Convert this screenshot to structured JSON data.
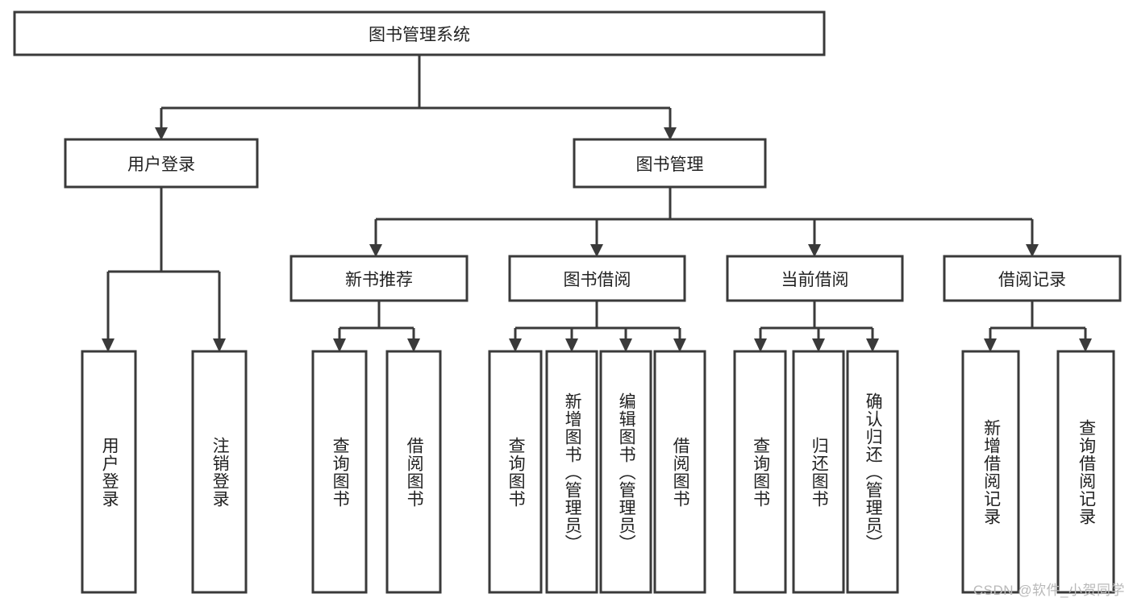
{
  "diagram": {
    "type": "tree",
    "title": "图书管理系统",
    "orientation": "top-down",
    "root": {
      "id": "root",
      "label": "图书管理系统",
      "text_direction": "horizontal"
    },
    "level2": [
      {
        "id": "user-login",
        "label": "用户登录",
        "text_direction": "horizontal"
      },
      {
        "id": "book-manage",
        "label": "图书管理",
        "text_direction": "horizontal"
      }
    ],
    "level3": [
      {
        "id": "new-book-recommend",
        "label": "新书推荐",
        "text_direction": "horizontal",
        "parent": "book-manage"
      },
      {
        "id": "book-borrow",
        "label": "图书借阅",
        "text_direction": "horizontal",
        "parent": "book-manage"
      },
      {
        "id": "current-borrow",
        "label": "当前借阅",
        "text_direction": "horizontal",
        "parent": "book-manage"
      },
      {
        "id": "borrow-record",
        "label": "借阅记录",
        "text_direction": "horizontal",
        "parent": "book-manage"
      }
    ],
    "leaves": [
      {
        "id": "leaf-user-login",
        "label": "用户登录",
        "text_direction": "vertical",
        "parent": "user-login"
      },
      {
        "id": "leaf-user-logout",
        "label": "注销登录",
        "text_direction": "vertical",
        "parent": "user-login"
      },
      {
        "id": "leaf-query-book-1",
        "label": "查询图书",
        "text_direction": "vertical",
        "parent": "new-book-recommend"
      },
      {
        "id": "leaf-borrow-book-1",
        "label": "借阅图书",
        "text_direction": "vertical",
        "parent": "new-book-recommend"
      },
      {
        "id": "leaf-query-book-2",
        "label": "查询图书",
        "text_direction": "vertical",
        "parent": "book-borrow"
      },
      {
        "id": "leaf-add-book-admin",
        "label": "新增图书（管理员）",
        "text_direction": "vertical",
        "parent": "book-borrow"
      },
      {
        "id": "leaf-edit-book-admin",
        "label": "编辑图书（管理员）",
        "text_direction": "vertical",
        "parent": "book-borrow"
      },
      {
        "id": "leaf-borrow-book-2",
        "label": "借阅图书",
        "text_direction": "vertical",
        "parent": "book-borrow"
      },
      {
        "id": "leaf-query-book-3",
        "label": "查询图书",
        "text_direction": "vertical",
        "parent": "current-borrow"
      },
      {
        "id": "leaf-return-book",
        "label": "归还图书",
        "text_direction": "vertical",
        "parent": "current-borrow"
      },
      {
        "id": "leaf-confirm-return-admin",
        "label": "确认归还（管理员）",
        "text_direction": "vertical",
        "parent": "current-borrow"
      },
      {
        "id": "leaf-add-borrow-record",
        "label": "新增借阅记录",
        "text_direction": "vertical",
        "parent": "borrow-record"
      },
      {
        "id": "leaf-query-borrow-record",
        "label": "查询借阅记录",
        "text_direction": "vertical",
        "parent": "borrow-record"
      }
    ],
    "colors": {
      "box_stroke": "#3a3a3a",
      "box_fill": "#ffffff",
      "connector": "#3a3a3a",
      "text": "#222222",
      "background": "#ffffff",
      "watermark": "#b9b9b9"
    }
  },
  "watermark": {
    "text": "CSDN @软件_小贺同学"
  }
}
